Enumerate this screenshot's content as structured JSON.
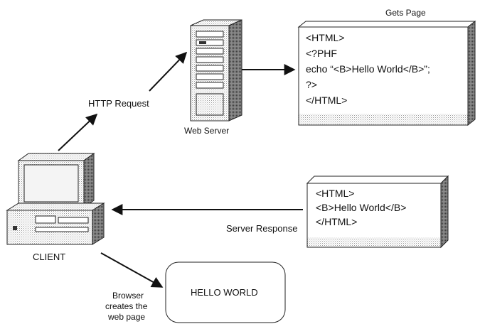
{
  "labels": {
    "gets_page": "Gets Page",
    "http_request": "HTTP Request",
    "web_server": "Web Server",
    "client": "CLIENT",
    "server_response": "Server Response",
    "browser_creates": [
      "Browser",
      "creates the",
      "web page"
    ]
  },
  "server_page_code": [
    "<HTML>",
    "<?PHF",
    "echo “<B>Hello World</B>”;",
    "?>",
    "</HTML>"
  ],
  "response_code": [
    "<HTML>",
    "<B>Hello World</B>",
    "</HTML>"
  ],
  "rendered_output": "HELLO WORLD"
}
